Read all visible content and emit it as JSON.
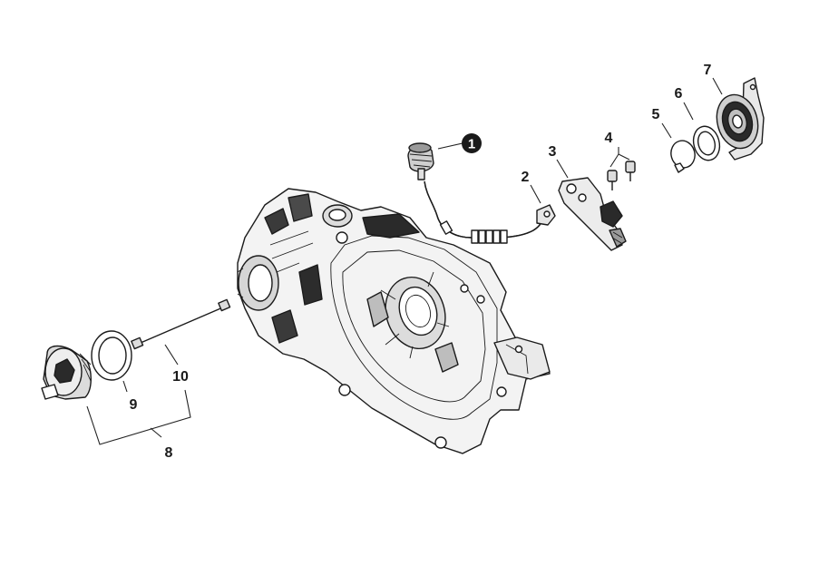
{
  "callouts": {
    "c1": "1",
    "c2": "2",
    "c3": "3",
    "c4": "4",
    "c5": "5",
    "c6": "6",
    "c7": "7",
    "c8": "8",
    "c9": "9",
    "c10": "10"
  },
  "colors": {
    "line": "#1b1b1b",
    "fill_light": "#f2f2f2",
    "fill_mid": "#cfcfcf",
    "fill_dark": "#2a2a2a"
  }
}
